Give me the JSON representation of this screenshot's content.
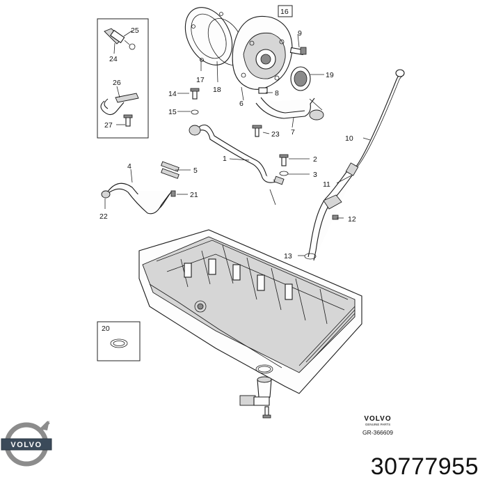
{
  "diagram": {
    "callouts": [
      {
        "id": "c1",
        "label": "1"
      },
      {
        "id": "c2",
        "label": "2"
      },
      {
        "id": "c3",
        "label": "3"
      },
      {
        "id": "c4",
        "label": "4"
      },
      {
        "id": "c5",
        "label": "5"
      },
      {
        "id": "c6",
        "label": "6"
      },
      {
        "id": "c7",
        "label": "7"
      },
      {
        "id": "c8",
        "label": "8"
      },
      {
        "id": "c9",
        "label": "9"
      },
      {
        "id": "c10",
        "label": "10"
      },
      {
        "id": "c11",
        "label": "11"
      },
      {
        "id": "c12",
        "label": "12"
      },
      {
        "id": "c13",
        "label": "13"
      },
      {
        "id": "c14",
        "label": "14"
      },
      {
        "id": "c15",
        "label": "15"
      },
      {
        "id": "c16",
        "label": "16"
      },
      {
        "id": "c17",
        "label": "17"
      },
      {
        "id": "c18",
        "label": "18"
      },
      {
        "id": "c19",
        "label": "19"
      },
      {
        "id": "c20",
        "label": "20"
      },
      {
        "id": "c21",
        "label": "21"
      },
      {
        "id": "c22",
        "label": "22"
      },
      {
        "id": "c23",
        "label": "23"
      },
      {
        "id": "c24",
        "label": "24"
      },
      {
        "id": "c25",
        "label": "25"
      },
      {
        "id": "c26",
        "label": "26"
      },
      {
        "id": "c27",
        "label": "27"
      }
    ],
    "brand_stamp": {
      "wordmark": "VOLVO",
      "subline": "GENUINE PARTS",
      "drawing_ref": "GR-366609"
    }
  },
  "logo": {
    "brand": "VOLVO",
    "colors": {
      "ring": "#8c8c8c",
      "band": "#3b4a5a",
      "text": "#ffffff"
    }
  },
  "article_number": "30777955"
}
